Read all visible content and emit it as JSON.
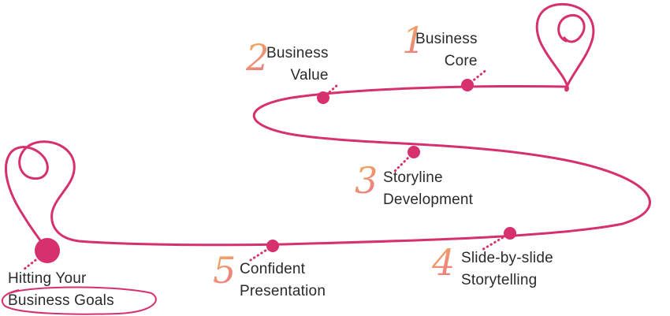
{
  "steps": [
    {
      "number": "1",
      "lines": [
        "Business",
        "Core"
      ]
    },
    {
      "number": "2",
      "lines": [
        "Business",
        "Value"
      ]
    },
    {
      "number": "3",
      "lines": [
        "Storyline",
        "Development"
      ]
    },
    {
      "number": "4",
      "lines": [
        "Slide-by-slide",
        "Storytelling"
      ]
    },
    {
      "number": "5",
      "lines": [
        "Confident",
        "Presentation"
      ]
    }
  ],
  "goal": {
    "lines": [
      "Hitting Your",
      "Business Goals"
    ]
  },
  "colors": {
    "road": "#d6306e",
    "number_gradient_start": "#f4b25a",
    "number_gradient_end": "#e8708a",
    "text": "#2a2a2a"
  },
  "icons": [
    "map-pin-icon-start",
    "map-pin-icon-end"
  ]
}
